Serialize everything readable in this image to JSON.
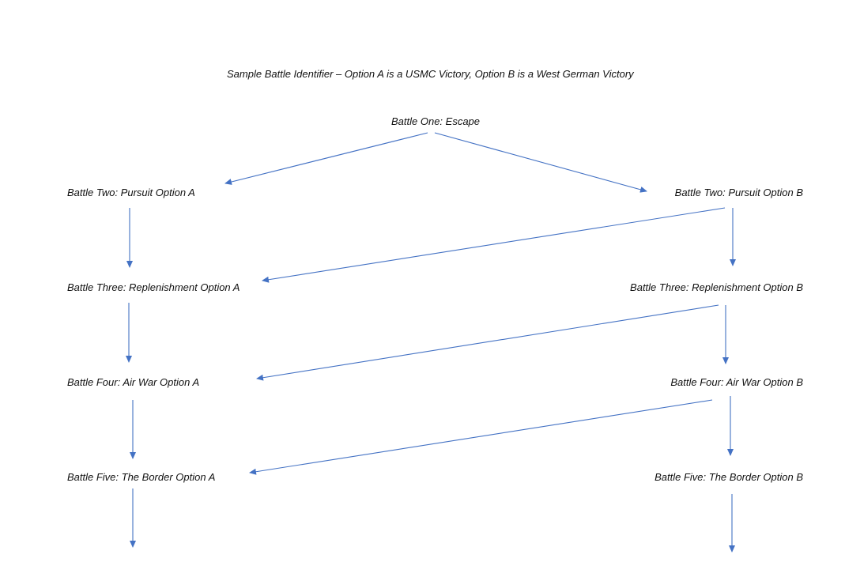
{
  "title": "Sample Battle Identifier – Option A is a USMC Victory, Option B is a West German Victory",
  "arrow_color": "#4472c4",
  "nodes": {
    "root": "Battle One: Escape",
    "b2a": "Battle Two: Pursuit Option A",
    "b2b": "Battle Two: Pursuit Option B",
    "b3a": "Battle Three: Replenishment Option A",
    "b3b": "Battle Three: Replenishment Option B",
    "b4a": "Battle Four: Air War Option A",
    "b4b": "Battle Four: Air War Option B",
    "b5a": "Battle Five: The Border Option A",
    "b5b": "Battle Five: The Border Option B"
  },
  "edges": [
    {
      "from": "root",
      "to": "b2a"
    },
    {
      "from": "root",
      "to": "b2b"
    },
    {
      "from": "b2a",
      "to": "b3a"
    },
    {
      "from": "b2b",
      "to": "b3a"
    },
    {
      "from": "b2b",
      "to": "b3b"
    },
    {
      "from": "b3a",
      "to": "b4a"
    },
    {
      "from": "b3b",
      "to": "b4a"
    },
    {
      "from": "b3b",
      "to": "b4b"
    },
    {
      "from": "b4a",
      "to": "b5a"
    },
    {
      "from": "b4b",
      "to": "b5a"
    },
    {
      "from": "b4b",
      "to": "b5b"
    },
    {
      "from": "b5a",
      "to": ""
    },
    {
      "from": "b5b",
      "to": ""
    }
  ]
}
